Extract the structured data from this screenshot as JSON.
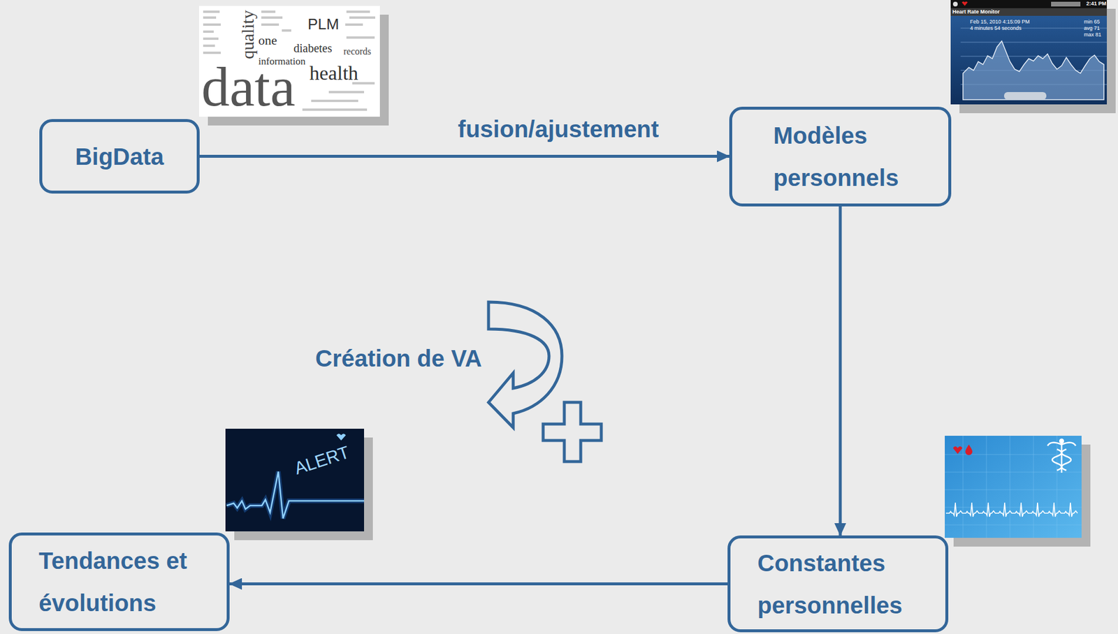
{
  "diagram": {
    "nodes": [
      {
        "text": [
          "BigData"
        ]
      },
      {
        "text": [
          "Modèles personnels"
        ]
      },
      {
        "text": [
          "Constantes personnelles"
        ]
      },
      {
        "text": [
          "Tendances et évolutions"
        ]
      }
    ],
    "edges": [
      {
        "from": 0,
        "to": 1,
        "arrow": "to",
        "label": "fusion/ajustement"
      },
      {
        "from": 1,
        "to": 2,
        "arrow": "to"
      },
      {
        "from": 2,
        "to": 3,
        "arrow": "to"
      }
    ],
    "labels": [
      "data",
      "quality",
      "PLM",
      "one",
      "diabetes",
      "information",
      "health",
      "records",
      "Heart Rate Monitor",
      "2:41 PM",
      "Feb 15, 2010 4:15:09 PM",
      "4 minutes 54 seconds",
      "min 65",
      "avg 71",
      "max 81",
      "Création de VA",
      "ALERT"
    ]
  }
}
